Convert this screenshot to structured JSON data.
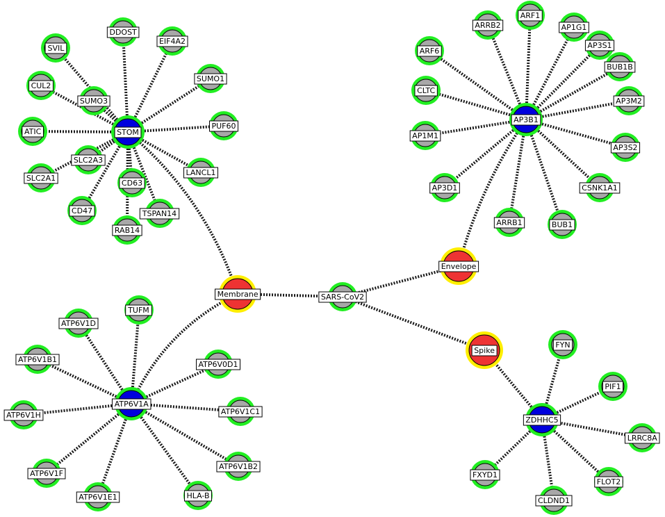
{
  "colors": {
    "background": "#ffffff",
    "interactor_fill": "#a8a8a8",
    "interactor_ring": "#22ee22",
    "hub_fill": "#0000dd",
    "viral_fill": "#ee3333",
    "viral_ring": "#ffee00",
    "edge": "#1a1a1a"
  },
  "nodes": [
    {
      "id": "sarscov2",
      "label": "SARS-CoV2",
      "kind": "interactor"
    },
    {
      "id": "membrane",
      "label": "Membrane",
      "kind": "viral"
    },
    {
      "id": "envelope",
      "label": "Envelope",
      "kind": "viral"
    },
    {
      "id": "spike",
      "label": "Spike",
      "kind": "viral"
    },
    {
      "id": "stom",
      "label": "STOM",
      "kind": "hub"
    },
    {
      "id": "ap3b1",
      "label": "AP3B1",
      "kind": "hub"
    },
    {
      "id": "atp6v1a",
      "label": "ATP6V1A",
      "kind": "hub"
    },
    {
      "id": "zdhhc5",
      "label": "ZDHHC5",
      "kind": "hub"
    },
    {
      "id": "ddost",
      "label": "DDOST",
      "kind": "interactor"
    },
    {
      "id": "svil",
      "label": "SVIL",
      "kind": "interactor"
    },
    {
      "id": "eif4a2",
      "label": "EIF4A2",
      "kind": "interactor"
    },
    {
      "id": "sumo1",
      "label": "SUMO1",
      "kind": "interactor"
    },
    {
      "id": "cul2",
      "label": "CUL2",
      "kind": "interactor"
    },
    {
      "id": "sumo3",
      "label": "SUMO3",
      "kind": "interactor"
    },
    {
      "id": "atic",
      "label": "ATIC",
      "kind": "interactor"
    },
    {
      "id": "puf60",
      "label": "PUF60",
      "kind": "interactor"
    },
    {
      "id": "slc2a3",
      "label": "SLC2A3",
      "kind": "interactor"
    },
    {
      "id": "slc2a1",
      "label": "SLC2A1",
      "kind": "interactor"
    },
    {
      "id": "lancl1",
      "label": "LANCL1",
      "kind": "interactor"
    },
    {
      "id": "cd63",
      "label": "CD63",
      "kind": "interactor"
    },
    {
      "id": "cd47",
      "label": "CD47",
      "kind": "interactor"
    },
    {
      "id": "tspan14",
      "label": "TSPAN14",
      "kind": "interactor"
    },
    {
      "id": "rab14",
      "label": "RAB14",
      "kind": "interactor"
    },
    {
      "id": "arf1",
      "label": "ARF1",
      "kind": "interactor"
    },
    {
      "id": "arrb2",
      "label": "ARRB2",
      "kind": "interactor"
    },
    {
      "id": "ap1g1",
      "label": "AP1G1",
      "kind": "interactor"
    },
    {
      "id": "ap3s1",
      "label": "AP3S1",
      "kind": "interactor"
    },
    {
      "id": "arf6",
      "label": "ARF6",
      "kind": "interactor"
    },
    {
      "id": "bub1b",
      "label": "BUB1B",
      "kind": "interactor"
    },
    {
      "id": "cltc",
      "label": "CLTC",
      "kind": "interactor"
    },
    {
      "id": "ap3m2",
      "label": "AP3M2",
      "kind": "interactor"
    },
    {
      "id": "ap1m1",
      "label": "AP1M1",
      "kind": "interactor"
    },
    {
      "id": "ap3s2",
      "label": "AP3S2",
      "kind": "interactor"
    },
    {
      "id": "ap3d1",
      "label": "AP3D1",
      "kind": "interactor"
    },
    {
      "id": "csnk1a1",
      "label": "CSNK1A1",
      "kind": "interactor"
    },
    {
      "id": "arrb1",
      "label": "ARRB1",
      "kind": "interactor"
    },
    {
      "id": "bub1",
      "label": "BUB1",
      "kind": "interactor"
    },
    {
      "id": "tufm",
      "label": "TUFM",
      "kind": "interactor"
    },
    {
      "id": "atp6v1d",
      "label": "ATP6V1D",
      "kind": "interactor"
    },
    {
      "id": "atp6v1b1",
      "label": "ATP6V1B1",
      "kind": "interactor"
    },
    {
      "id": "atp6v0d1",
      "label": "ATP6V0D1",
      "kind": "interactor"
    },
    {
      "id": "atp6v1h",
      "label": "ATP6V1H",
      "kind": "interactor"
    },
    {
      "id": "atp6v1c1",
      "label": "ATP6V1C1",
      "kind": "interactor"
    },
    {
      "id": "atp6v1f",
      "label": "ATP6V1F",
      "kind": "interactor"
    },
    {
      "id": "atp6v1b2",
      "label": "ATP6V1B2",
      "kind": "interactor"
    },
    {
      "id": "atp6v1e1",
      "label": "ATP6V1E1",
      "kind": "interactor"
    },
    {
      "id": "hlab",
      "label": "HLA-B",
      "kind": "interactor"
    },
    {
      "id": "fyn",
      "label": "FYN",
      "kind": "interactor"
    },
    {
      "id": "pif1",
      "label": "PIF1",
      "kind": "interactor"
    },
    {
      "id": "lrrc8a",
      "label": "LRRC8A",
      "kind": "interactor"
    },
    {
      "id": "fxyd1",
      "label": "FXYD1",
      "kind": "interactor"
    },
    {
      "id": "flot2",
      "label": "FLOT2",
      "kind": "interactor"
    },
    {
      "id": "cldnd1",
      "label": "CLDND1",
      "kind": "interactor"
    }
  ],
  "edges": [
    [
      "sarscov2",
      "membrane"
    ],
    [
      "sarscov2",
      "envelope"
    ],
    [
      "sarscov2",
      "spike"
    ],
    [
      "membrane",
      "stom"
    ],
    [
      "membrane",
      "atp6v1a"
    ],
    [
      "envelope",
      "ap3b1"
    ],
    [
      "spike",
      "zdhhc5"
    ],
    [
      "stom",
      "ddost"
    ],
    [
      "stom",
      "svil"
    ],
    [
      "stom",
      "eif4a2"
    ],
    [
      "stom",
      "sumo1"
    ],
    [
      "stom",
      "cul2"
    ],
    [
      "stom",
      "sumo3"
    ],
    [
      "stom",
      "atic"
    ],
    [
      "stom",
      "puf60"
    ],
    [
      "stom",
      "slc2a3"
    ],
    [
      "stom",
      "slc2a1"
    ],
    [
      "stom",
      "lancl1"
    ],
    [
      "stom",
      "cd63"
    ],
    [
      "stom",
      "cd47"
    ],
    [
      "stom",
      "tspan14"
    ],
    [
      "stom",
      "rab14"
    ],
    [
      "ap3b1",
      "arf1"
    ],
    [
      "ap3b1",
      "arrb2"
    ],
    [
      "ap3b1",
      "ap1g1"
    ],
    [
      "ap3b1",
      "ap3s1"
    ],
    [
      "ap3b1",
      "arf6"
    ],
    [
      "ap3b1",
      "bub1b"
    ],
    [
      "ap3b1",
      "cltc"
    ],
    [
      "ap3b1",
      "ap3m2"
    ],
    [
      "ap3b1",
      "ap1m1"
    ],
    [
      "ap3b1",
      "ap3s2"
    ],
    [
      "ap3b1",
      "ap3d1"
    ],
    [
      "ap3b1",
      "csnk1a1"
    ],
    [
      "ap3b1",
      "arrb1"
    ],
    [
      "ap3b1",
      "bub1"
    ],
    [
      "atp6v1a",
      "tufm"
    ],
    [
      "atp6v1a",
      "atp6v1d"
    ],
    [
      "atp6v1a",
      "atp6v1b1"
    ],
    [
      "atp6v1a",
      "atp6v0d1"
    ],
    [
      "atp6v1a",
      "atp6v1h"
    ],
    [
      "atp6v1a",
      "atp6v1c1"
    ],
    [
      "atp6v1a",
      "atp6v1f"
    ],
    [
      "atp6v1a",
      "atp6v1b2"
    ],
    [
      "atp6v1a",
      "atp6v1e1"
    ],
    [
      "atp6v1a",
      "hlab"
    ],
    [
      "zdhhc5",
      "fyn"
    ],
    [
      "zdhhc5",
      "pif1"
    ],
    [
      "zdhhc5",
      "lrrc8a"
    ],
    [
      "zdhhc5",
      "fxyd1"
    ],
    [
      "zdhhc5",
      "flot2"
    ],
    [
      "zdhhc5",
      "cldnd1"
    ]
  ]
}
